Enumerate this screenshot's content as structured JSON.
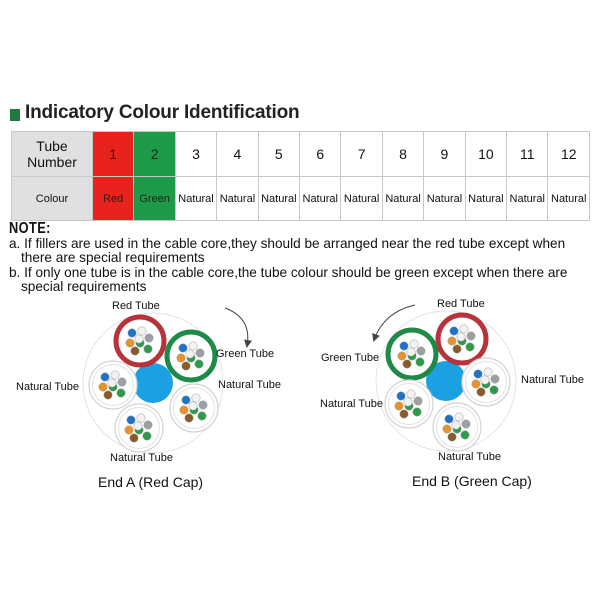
{
  "heading": {
    "title": "Indicatory Colour Identification"
  },
  "table": {
    "row1_label": "Tube Number",
    "row2_label": "Colour",
    "tube_numbers": [
      "1",
      "2",
      "3",
      "4",
      "5",
      "6",
      "7",
      "8",
      "9",
      "10",
      "11",
      "12"
    ],
    "colours": [
      "Red",
      "Green",
      "Natural",
      "Natural",
      "Natural",
      "Natural",
      "Natural",
      "Natural",
      "Natural",
      "Natural",
      "Natural",
      "Natural"
    ],
    "highlight": {
      "red": "#e8231d",
      "green": "#1f9a4b"
    }
  },
  "note": {
    "heading": "NOTE:",
    "a_line1": "a. If fillers are used in the cable core,they should be arranged near the red tube except when",
    "a_line2": "there are special requirements",
    "b_line1": "b. If only one tube is in the cable core,the tube colour should be green except when there are",
    "b_line2": "special requirements"
  },
  "end_a": {
    "caption": "End A (Red Cap)",
    "labels": {
      "red": "Red Tube",
      "green": "Green Tube",
      "natural_left": "Natural Tube",
      "natural_right": "Natural Tube",
      "natural_bottom": "Natural Tube"
    }
  },
  "end_b": {
    "caption": "End B (Green Cap)",
    "labels": {
      "red": "Red Tube",
      "green": "Green Tube",
      "natural_right": "Natural Tube",
      "natural_left": "Natural Tube",
      "natural_bottom": "Natural Tube"
    }
  },
  "colors": {
    "central_member": "#1ba1e2",
    "red_ring": "#b8323a",
    "green_ring": "#1e8a48",
    "natural_ring": "#d2d2d2",
    "fiber_colors": [
      "#1e73c8",
      "#e8922c",
      "#2e9a4a",
      "#8a5a2a",
      "#9aa0a6",
      "#f2f2f2"
    ]
  }
}
